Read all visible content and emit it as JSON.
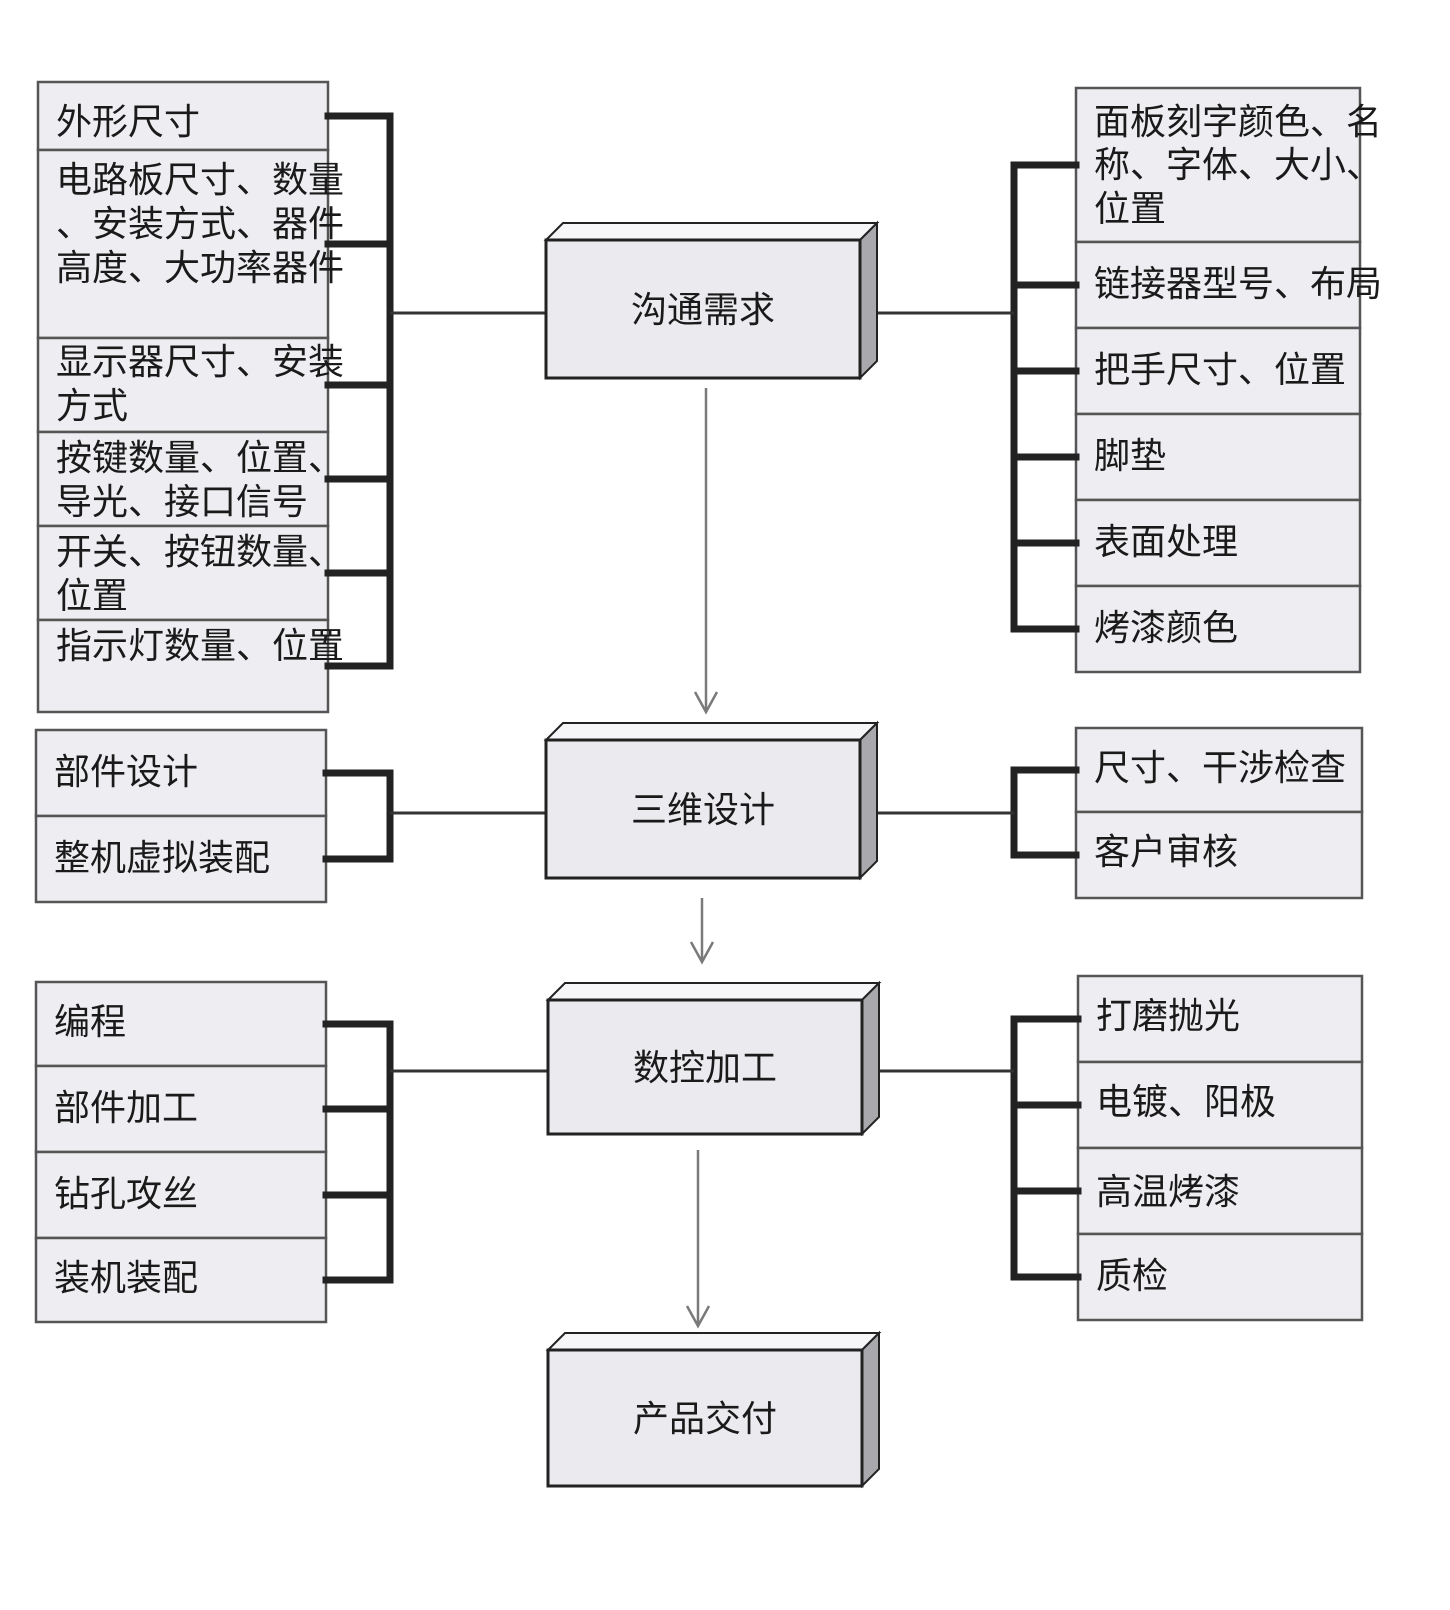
{
  "steps": [
    {
      "label": "沟通需求"
    },
    {
      "label": "三维设计"
    },
    {
      "label": "数控加工"
    },
    {
      "label": "产品交付"
    }
  ],
  "groups": {
    "req_left": [
      "外形尺寸",
      "电路板尺寸、数量、安装方式、器件高度、大功率器件",
      "显示器尺寸、安装方式",
      "按键数量、位置、导光、接口信号",
      "开关、按钮数量、位置",
      "指示灯数量、位置"
    ],
    "req_right": [
      "面板刻字颜色、名称、字体、大小、位置",
      "链接器型号、布局",
      "把手尺寸、位置",
      "脚垫",
      "表面处理",
      "烤漆颜色"
    ],
    "design_left": [
      "部件设计",
      "整机虚拟装配"
    ],
    "design_right": [
      "尺寸、干涉检查",
      "客户审核"
    ],
    "cnc_left": [
      "编程",
      "部件加工",
      "钻孔攻丝",
      "装机装配"
    ],
    "cnc_right": [
      "打磨抛光",
      "电镀、阳极",
      "高温烤漆",
      "质检"
    ]
  },
  "colors": {
    "cell": "#eeeef2",
    "box_front": "#ebebef",
    "box_side": "#a9a9ad",
    "line": "#222222",
    "arrow": "#7a7a7a"
  }
}
